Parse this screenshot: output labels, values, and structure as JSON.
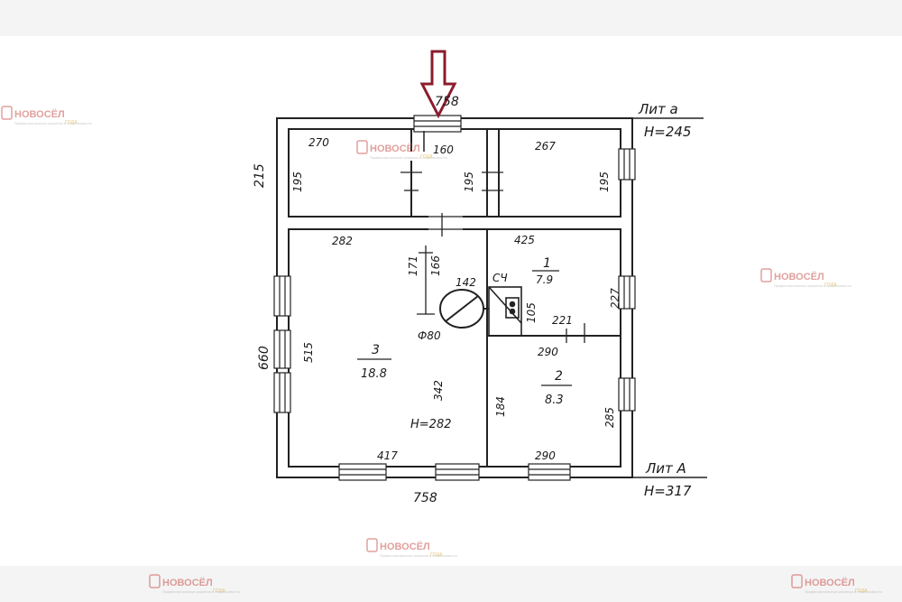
{
  "watermark": {
    "brand": "НОВОСЁЛ",
    "tagline": "Профессиональные решения в недвижимости",
    "badge": "ГОДА",
    "brand_color": "#c9524e",
    "badge_color": "#d8b24a"
  },
  "arrow_color": "#8b1c2c",
  "plan": {
    "lit_a": "Лит а",
    "lit_a_height": "Н=245",
    "lit_a_main": "Лит А",
    "lit_a_main_height": "Н=317",
    "overall_width_top": "758",
    "overall_width_bottom": "758",
    "overall_depth": "660",
    "veranda_depth": "215",
    "inner_height": "Н=282",
    "rooms": [
      {
        "number": "1",
        "area": "7.9"
      },
      {
        "number": "2",
        "area": "8.3"
      },
      {
        "number": "3",
        "area": "18.8"
      }
    ],
    "dims": {
      "v1_width": "270",
      "v2_width": "160",
      "v3_width": "267",
      "v1_depth": "195",
      "v2_depth": "195",
      "v3_depth": "195",
      "r3_top": "282",
      "r1_top": "425",
      "door_a": "171",
      "door_b": "166",
      "stove_w": "142",
      "stove_d": "Ф80",
      "r3_height": "515",
      "r3_inner": "342",
      "r3_bottom": "417",
      "r2_bottom": "290",
      "r2_top": "290",
      "r2_left": "184",
      "r2_right": "285",
      "r1_right": "227",
      "partition": "221",
      "cooker": "СЧ",
      "cooker_d": "105"
    }
  }
}
